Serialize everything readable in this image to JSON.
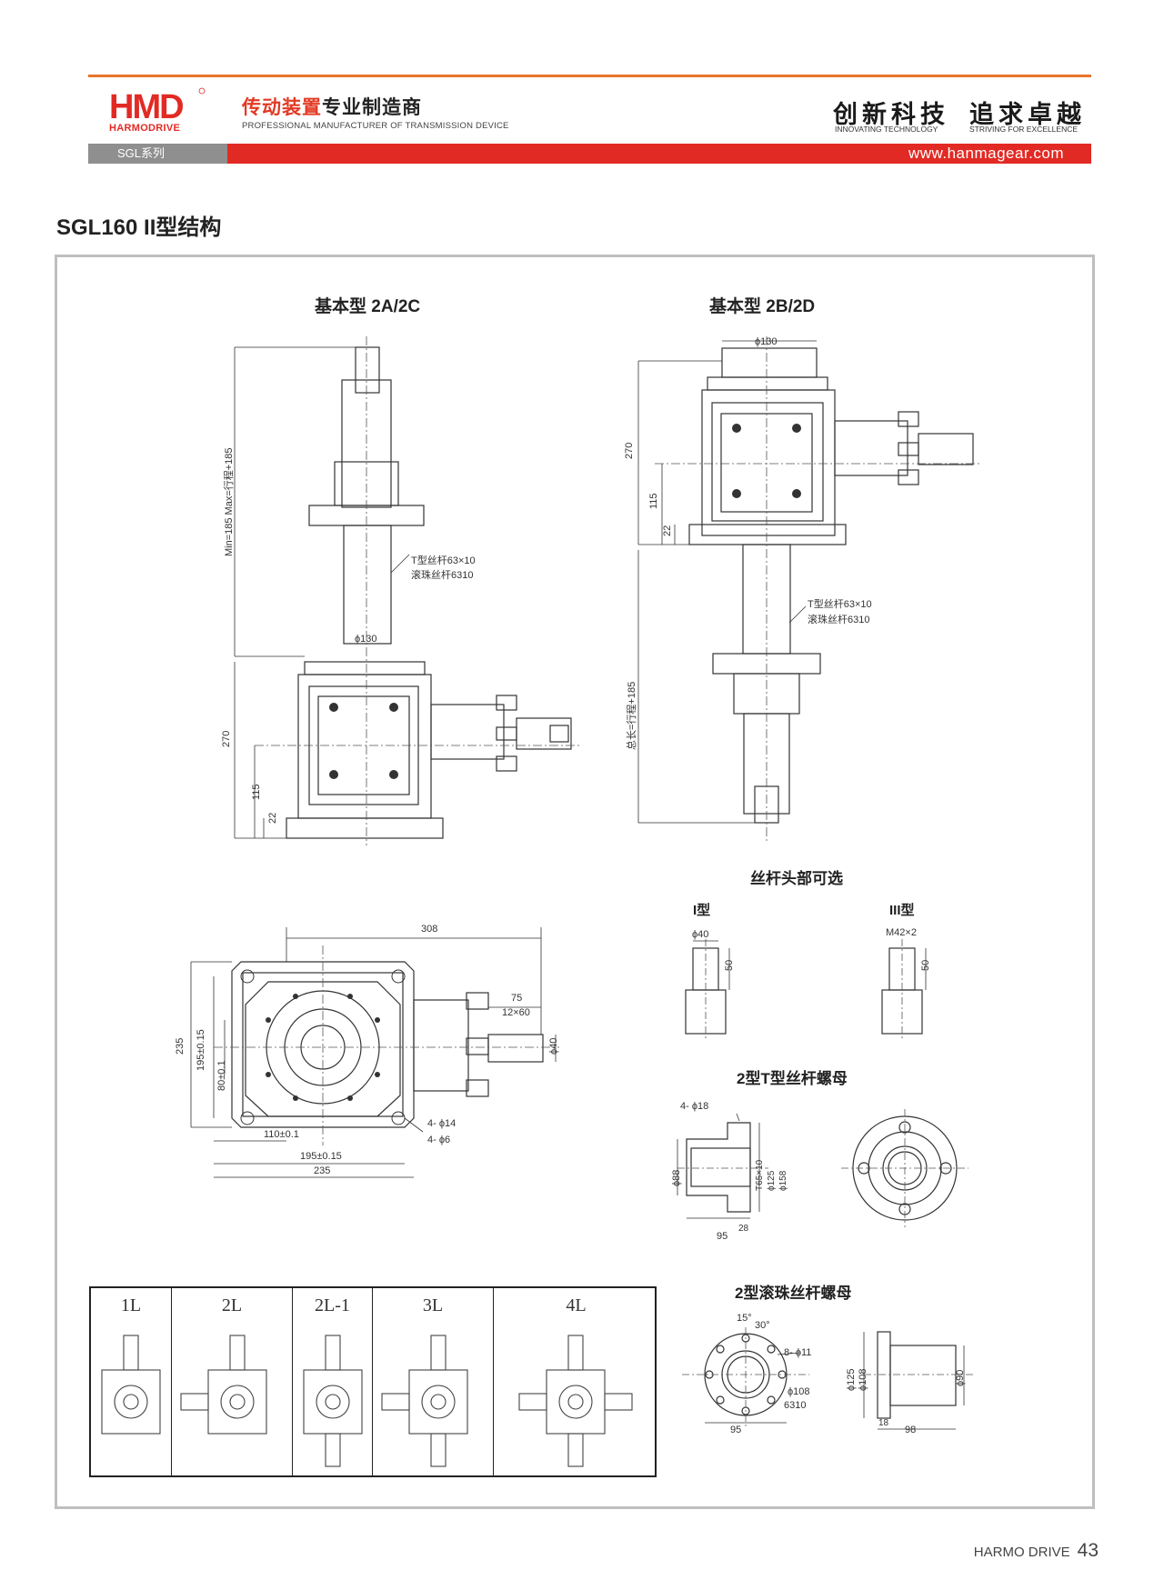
{
  "header": {
    "logo_text": "HMD",
    "logo_sub": "HARMODRIVE",
    "brand_cn_highlight": "传动装置",
    "brand_cn_rest": "专业制造商",
    "brand_en": "PROFESSIONAL MANUFACTURER OF TRANSMISSION DEVICE",
    "slogan_1": "创新科技",
    "slogan_1_en": "INNOVATING TECHNOLOGY",
    "slogan_2": "追求卓越",
    "slogan_2_en": "STRIVING FOR EXCELLENCE",
    "series": "SGL系列",
    "website": "www.hanmagear.com"
  },
  "page_title": "SGL160 II型结构",
  "drawings": {
    "basic_2a2c": {
      "title": "基本型 2A/2C",
      "min_max": "Min=185  Max=行程+185",
      "phi130": "ϕ130",
      "t_screw": "T型丝杆63×10",
      "ball_screw": "滚珠丝杆6310",
      "d270": "270",
      "d115": "115",
      "d22": "22"
    },
    "basic_2b2d": {
      "title": "基本型 2B/2D",
      "phi130": "ϕ130",
      "d270": "270",
      "d115": "115",
      "d22": "22",
      "t_screw": "T型丝杆63×10",
      "ball_screw": "滚珠丝杆6310",
      "total": "总长=行程+185"
    },
    "top_view": {
      "d308": "308",
      "d75": "75",
      "key": "12×60",
      "phi40": "ϕ40",
      "d235v": "235",
      "d195v": "195±0.15",
      "d80": "80±0.1",
      "d110": "110±0.1",
      "d195h": "195±0.15",
      "d235h": "235",
      "holes14": "4- ϕ14",
      "holes6": "4- ϕ6"
    },
    "screw_head": {
      "title": "丝杆头部可选",
      "type1": "I型",
      "type1_dia": "ϕ40",
      "type1_len": "50",
      "type3": "III型",
      "type3_thread": "M42×2",
      "type3_len": "50"
    },
    "t_nut": {
      "title": "2型T型丝杆螺母",
      "holes": "4- ϕ18",
      "d88": "ϕ88",
      "thread": "T65×10",
      "d125": "ϕ125",
      "d158": "ϕ158",
      "d95": "95",
      "d28": "28"
    },
    "ball_nut": {
      "title": "2型滚珠丝杆螺母",
      "a15": "15°",
      "a30": "30°",
      "holes": "8- ϕ11",
      "d108": "ϕ108",
      "nut": "6310",
      "d95": "95",
      "d125": "ϕ125",
      "d108b": "ϕ108",
      "d90": "ϕ90",
      "d18": "18",
      "d98": "98"
    }
  },
  "config_table": [
    "1L",
    "2L",
    "2L-1",
    "3L",
    "4L"
  ],
  "footer": {
    "brand": "HARMO DRIVE",
    "page": "43"
  }
}
